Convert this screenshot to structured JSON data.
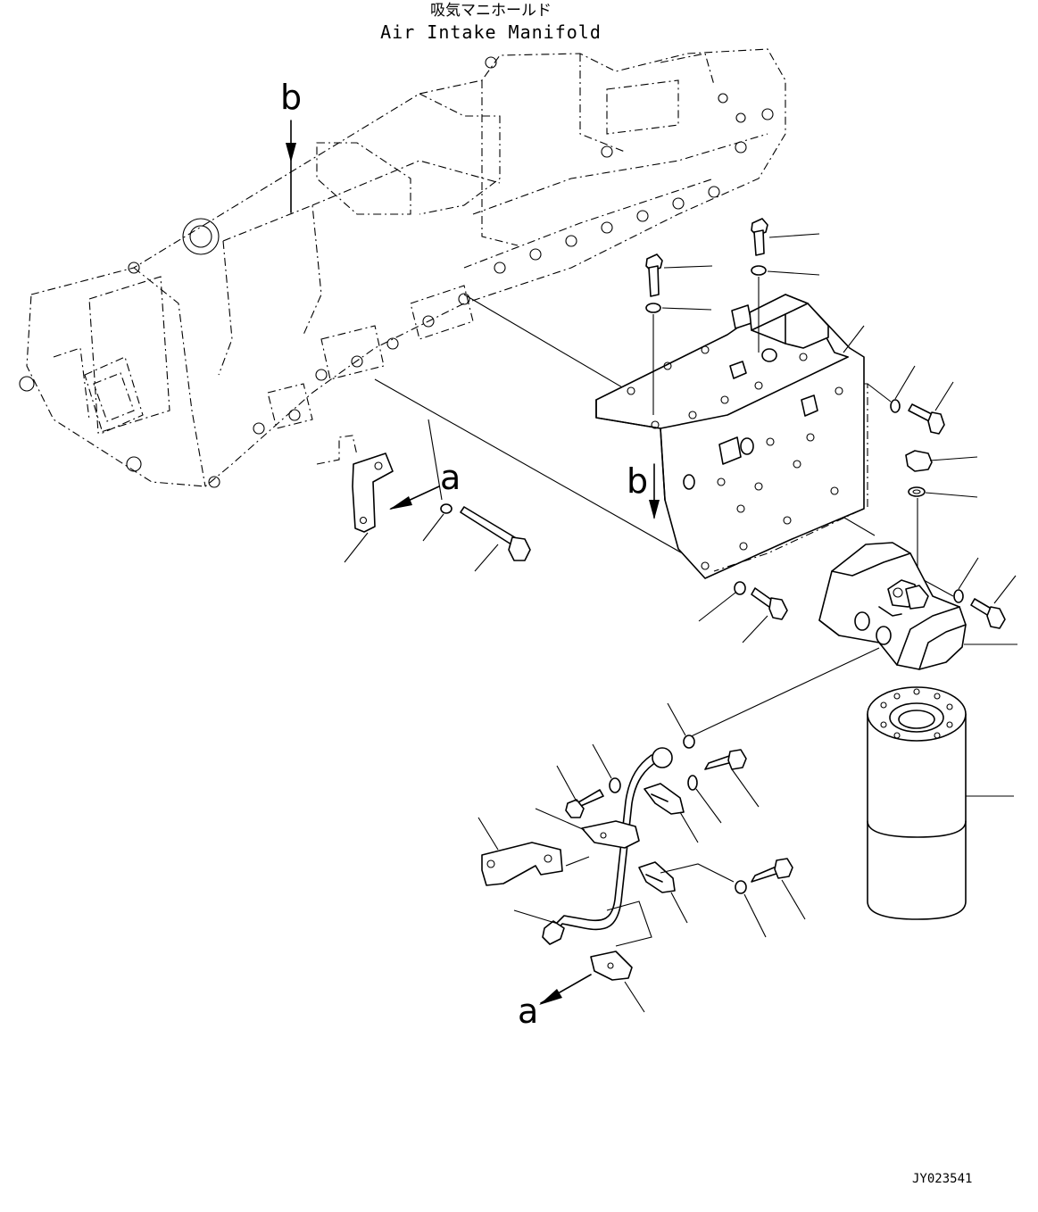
{
  "title": {
    "japanese": "吸気マニホールド",
    "english": "Air Intake Manifold"
  },
  "reference_marks": {
    "a": "a",
    "b": "b"
  },
  "drawing_code": "JY023541"
}
